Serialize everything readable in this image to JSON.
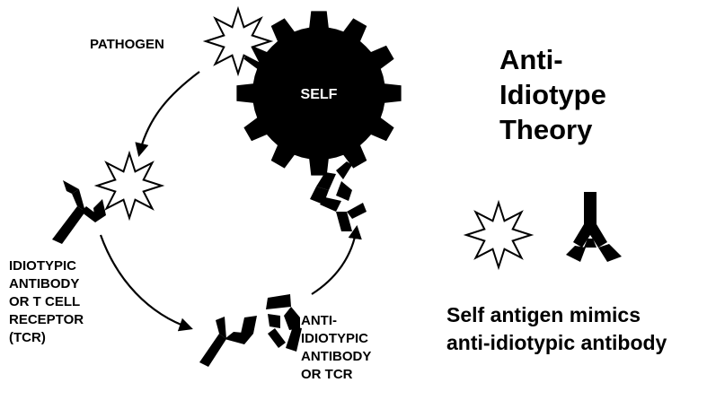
{
  "labels": {
    "pathogen": "PATHOGEN",
    "self": "SELF",
    "idiotypic": [
      "IDIOTYPIC",
      "ANTIBODY",
      "OR T CELL",
      "RECEPTOR",
      "(TCR)"
    ],
    "anti_idiotypic": [
      "ANTI-",
      "IDIOTYPIC",
      "ANTIBODY",
      "OR TCR"
    ]
  },
  "title": [
    "Anti-",
    "Idiotype",
    "Theory"
  ],
  "caption": [
    "Self antigen mimics",
    "anti-idiotypic antibody"
  ],
  "colors": {
    "ink": "#000000",
    "background": "#ffffff"
  }
}
